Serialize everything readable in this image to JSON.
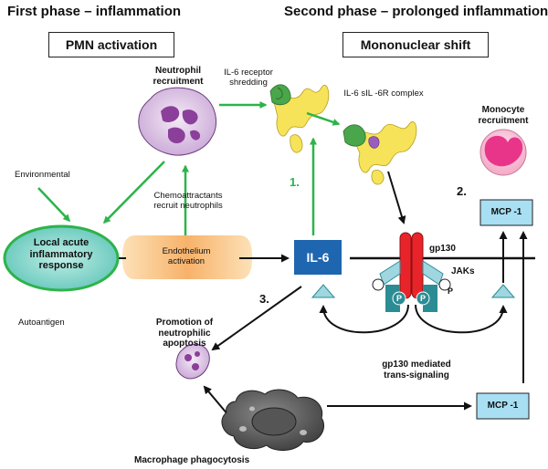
{
  "phases": {
    "first": "First phase – inflammation",
    "second": "Second phase  – prolonged inflammation"
  },
  "headers": {
    "pmn": "PMN activation",
    "mono": "Mononuclear shift"
  },
  "labels": {
    "neutrophil": "Neutrophil recruitment",
    "il6_shed": "IL-6 receptor shredding",
    "il6_complex": "IL-6 sIL -6R complex",
    "monocyte": "Monocyte recruitment",
    "environmental": "Environmental",
    "chemo": "Chemoattractants recruit neutrophils",
    "local": "Local acute inflammatory response",
    "endothelium": "Endothelium activation",
    "il6": "IL-6",
    "gp130": "gp130",
    "jaks": "JAKs",
    "p": "P",
    "mcp1_top": "MCP -1",
    "mcp1_bottom": "MCP -1",
    "autoantigen": "Autoantigen",
    "promotion": "Promotion of neutrophilic apoptosis",
    "gp130_trans": "gp130 mediated trans-signaling",
    "macrophage": "Macrophage phagocytosis",
    "num1": "1.",
    "num2": "2.",
    "num3": "3."
  },
  "colors": {
    "green": "#2db34a",
    "il6_blue": "#1e66b0",
    "mcp_box": "#a8dff2",
    "local_fill": "#7fd0c8",
    "endo_fill": "#f7b46a",
    "receptor_red": "#e8242a",
    "jak_teal": "#2b8c94"
  }
}
